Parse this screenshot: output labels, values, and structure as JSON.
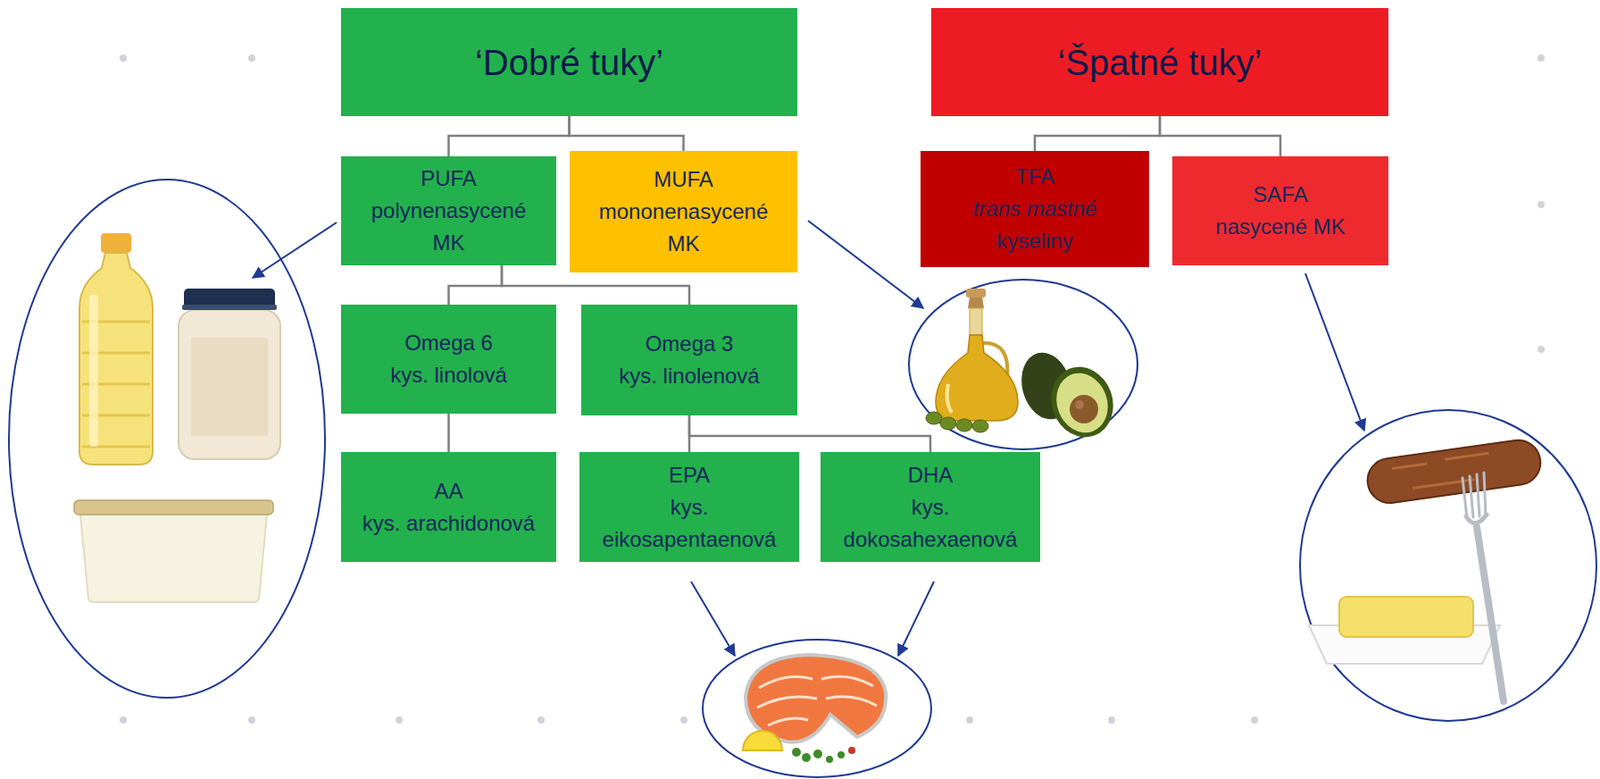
{
  "diagram": {
    "nodes": [
      {
        "text": [
          "‘Dobré tuky’"
        ]
      },
      {
        "text": [
          "‘Špatné tuky’"
        ]
      },
      {
        "text": [
          "PUFA",
          "polynenasycené MK"
        ]
      },
      {
        "text": [
          "MUFA",
          "mononenasycené MK"
        ]
      },
      {
        "text": [
          "TFA",
          "trans mastné",
          "kyseliny"
        ]
      },
      {
        "text": [
          "SAFA",
          "nasycené MK"
        ]
      },
      {
        "text": [
          "Omega 6",
          "kys. linolová"
        ]
      },
      {
        "text": [
          "Omega 3",
          "kys. linolenová"
        ]
      },
      {
        "text": [
          "AA",
          "kys. arachidonová"
        ]
      },
      {
        "text": [
          "EPA",
          "kys. eikosapentaenová"
        ]
      },
      {
        "text": [
          "DHA",
          "kys. dokosahexaenová"
        ]
      }
    ],
    "edges": [
      {
        "from": 0,
        "to": 2,
        "arrow": "none"
      },
      {
        "from": 0,
        "to": 3,
        "arrow": "none"
      },
      {
        "from": 1,
        "to": 4,
        "arrow": "none"
      },
      {
        "from": 1,
        "to": 5,
        "arrow": "none"
      },
      {
        "from": 2,
        "to": 6,
        "arrow": "none"
      },
      {
        "from": 2,
        "to": 7,
        "arrow": "none"
      },
      {
        "from": 6,
        "to": 8,
        "arrow": "none"
      },
      {
        "from": 7,
        "to": 9,
        "arrow": "none"
      },
      {
        "from": 7,
        "to": 10,
        "arrow": "none"
      }
    ]
  }
}
